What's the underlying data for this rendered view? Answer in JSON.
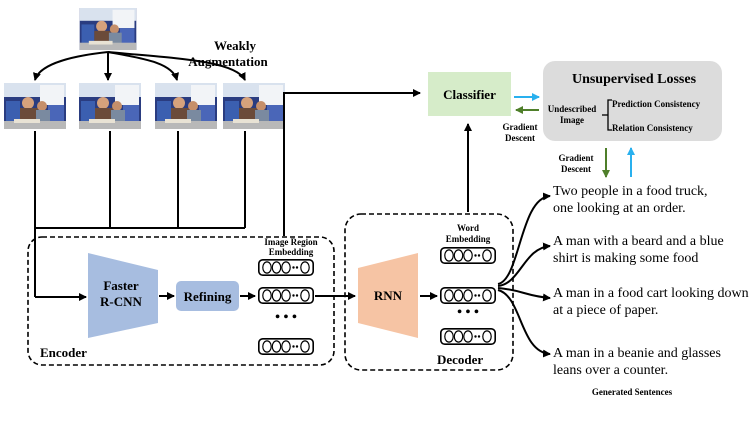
{
  "augmentation": {
    "label_line1": "Weakly",
    "label_line2": "Augmentation"
  },
  "encoder": {
    "label": "Encoder",
    "faster_rcnn_line1": "Faster",
    "faster_rcnn_line2": "R-CNN",
    "refining": "Refining",
    "embedding_line1": "Image Region",
    "embedding_line2": "Embedding",
    "ellipsis": "• • •",
    "cell_dots": "••"
  },
  "decoder": {
    "label": "Decoder",
    "rnn": "RNN",
    "embedding_line1": "Word",
    "embedding_line2": "Embedding",
    "ellipsis": "• • •",
    "cell_dots": "••"
  },
  "classifier": {
    "label": "Classifier"
  },
  "losses": {
    "title": "Unsupervised Losses",
    "input_line1": "Undescribed",
    "input_line2": "Image",
    "item1": "Prediction Consistency",
    "item2": "Relation Consistency"
  },
  "gradient": {
    "left_line1": "Gradient",
    "left_line2": "Descent",
    "bottom_line1": "Gradient",
    "bottom_line2": "Descent"
  },
  "sentences": {
    "s1_line1": "Two people in a food truck,",
    "s1_line2": "one looking at an order.",
    "s2_line1": "A man with a beard and a blue",
    "s2_line2": "shirt is making some food",
    "s3_line1": "A man in a food cart looking down",
    "s3_line2": "at a piece of paper.",
    "s4_line1": "A man in a beanie and glasses",
    "s4_line2": "leans over a counter.",
    "caption": "Generated Sentences"
  },
  "colors": {
    "rcnn": "#a7bde0",
    "refining": "#a7bde0",
    "rnn": "#f6c4a4",
    "classifier": "#d6ecc9",
    "losses_bg": "#dcdcdc",
    "green_arrow": "#4f7f2a",
    "blue_arrow": "#29b0ee"
  }
}
